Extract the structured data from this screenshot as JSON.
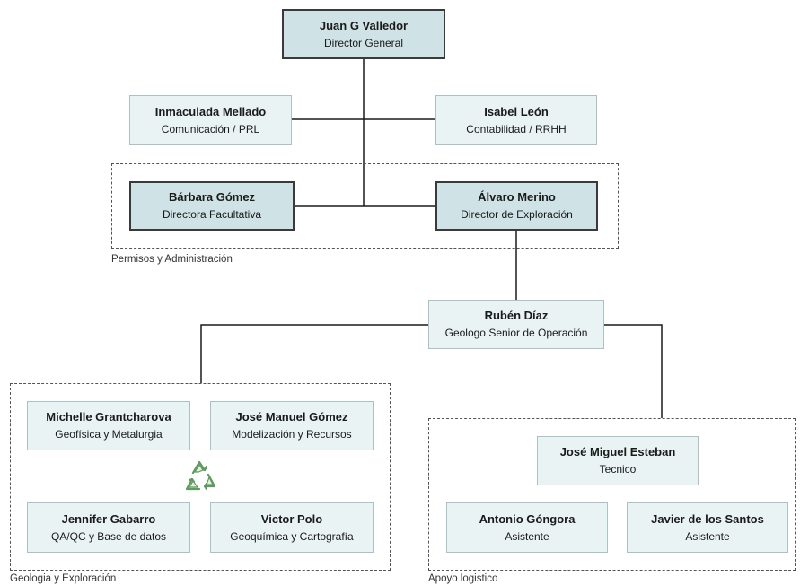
{
  "nodes": {
    "juan": {
      "name": "Juan G Valledor",
      "role": "Director General"
    },
    "inmaculada": {
      "name": "Inmaculada Mellado",
      "role": "Comunicación / PRL"
    },
    "isabel": {
      "name": "Isabel León",
      "role": "Contabilidad / RRHH"
    },
    "barbara": {
      "name": "Bárbara Gómez",
      "role": "Directora Facultativa"
    },
    "alvaro": {
      "name": "Álvaro Merino",
      "role": "Director de Exploración"
    },
    "ruben": {
      "name": "Rubén Díaz",
      "role": "Geologo Senior de Operación"
    },
    "michelle": {
      "name": "Michelle Grantcharova",
      "role": "Geofísica y Metalurgia"
    },
    "jose_manuel": {
      "name": "José Manuel Gómez",
      "role": "Modelización y Recursos"
    },
    "jennifer": {
      "name": "Jennifer Gabarro",
      "role": "QA/QC y Base de datos"
    },
    "victor": {
      "name": "Victor Polo",
      "role": "Geoquímica y Cartografía"
    },
    "jose_miguel": {
      "name": "José Miguel Esteban",
      "role": "Tecnico"
    },
    "antonio": {
      "name": "Antonio Góngora",
      "role": "Asistente"
    },
    "javier": {
      "name": "Javier de los Santos",
      "role": "Asistente"
    }
  },
  "groups": {
    "permisos": "Permisos y Administración",
    "geologia": "Geologia y Exploración",
    "apoyo": "Apoyo logistico"
  },
  "colors": {
    "primary_fill": "#cfe2e5",
    "light_fill": "#e9f3f4",
    "recycle_icon": "#5f9a5f"
  },
  "icons": [
    "recycle-icon"
  ]
}
